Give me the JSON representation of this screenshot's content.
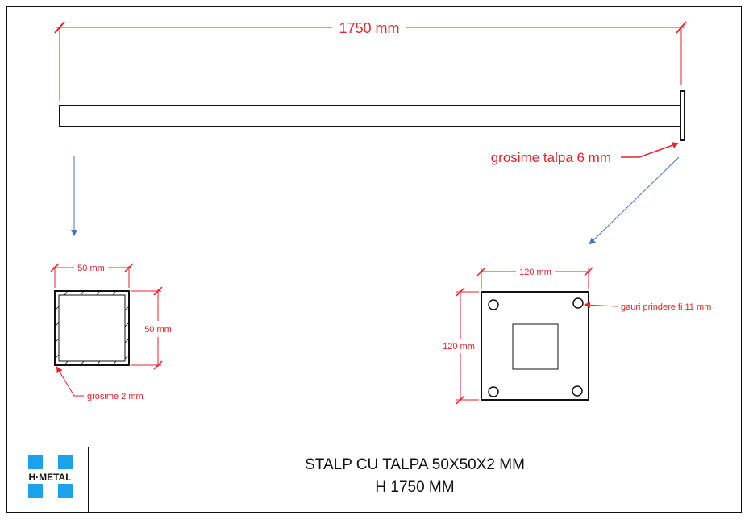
{
  "drawing": {
    "length_label": "1750 mm",
    "base_thickness_label": "grosime talpa 6 mm",
    "tube_width_label": "50 mm",
    "tube_height_label": "50 mm",
    "wall_thickness_label": "grosime 2 mm",
    "plate_width_label": "120 mm",
    "plate_height_label": "120 mm",
    "holes_label": "gauri prindere fi 11 mm"
  },
  "title_block": {
    "logo_text": "H·METAL",
    "title_line1": "STALP CU TALPA 50X50X2 MM",
    "title_line2": "H 1750 MM"
  },
  "colors": {
    "dimension": "#e8212b",
    "arrow": "#4472c4",
    "logo": "#1aa3e8",
    "line": "#111111"
  }
}
